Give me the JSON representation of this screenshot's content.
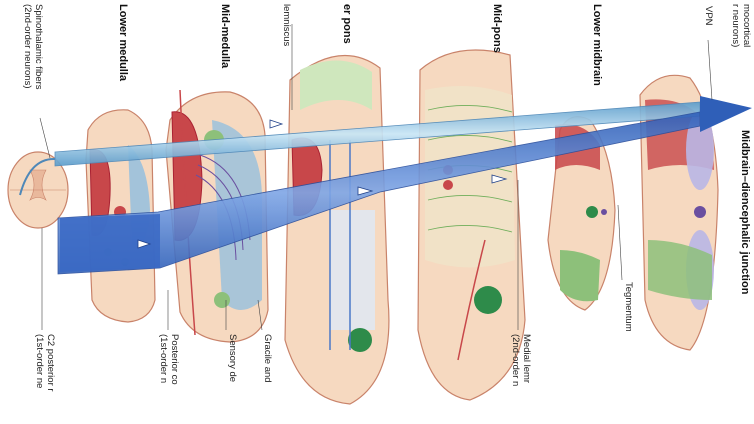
{
  "section_titles": {
    "lower_medulla": "Lower medulla",
    "mid_medulla": "Mid-medulla",
    "pons": "er pons",
    "mid_pons": "Mid-pons",
    "lower_midbrain": "Lower midbrain",
    "junction": "Midbrain–diencephalic junction"
  },
  "labels": {
    "spinothalamic": "Spinothalamic fibers",
    "spinothalamic_order": "(2nd-order neurons)",
    "lemniscus": "lemniscus",
    "mocortical": "mocortical",
    "neurons_top_right": "r neurons)",
    "vpn": "VPN",
    "c2_posterior": "C2 posterior r",
    "first_order_left": "(1st-order ne",
    "posterior_col": "Posterior co",
    "first_order_mid": "(1st-order n",
    "sensory": "Sensory de",
    "gracile": "Gracile and",
    "medial_lem": "Medial lemr",
    "second_order": "(2nd-order n",
    "tegmentum": "Tegmentum"
  },
  "colors": {
    "tissue": "#f6d9c0",
    "tissue_edge": "#c9836a",
    "red_nucleus": "#c8474a",
    "green_area": "#8dc07a",
    "blue_tract": "#4a78c8",
    "light_blue_tract": "#8fbde0",
    "purple": "#6a4fa0"
  }
}
